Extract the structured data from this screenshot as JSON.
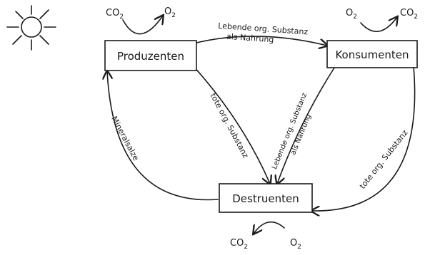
{
  "boxes": {
    "produzenten": "Produzenten",
    "konsumenten": "Konsumenten",
    "destruenten": "Destruenten"
  },
  "gases": {
    "produzenten_in": "CO",
    "produzenten_in_sub": "2",
    "produzenten_out": "O",
    "produzenten_out_sub": "2",
    "konsumenten_in": "O",
    "konsumenten_in_sub": "2",
    "konsumenten_out": "CO",
    "konsumenten_out_sub": "2",
    "destruenten_out": "CO",
    "destruenten_out_sub": "2",
    "destruenten_in": "O",
    "destruenten_in_sub": "2"
  },
  "arrows": {
    "top_line1": "Lebende org. Substanz",
    "top_line2": "als Nahrung",
    "diag_left": "tote org. Substanz",
    "diag_right_line1": "Lebende org. Substanz",
    "diag_right_line2": "als Nahrung",
    "left_curve": "Mineralsalze",
    "right_curve": "tote org. Substanz"
  },
  "colors": {
    "ink": "#1a1a1a",
    "paper": "#ffffff"
  },
  "icons": {
    "sun": "sun-icon"
  }
}
